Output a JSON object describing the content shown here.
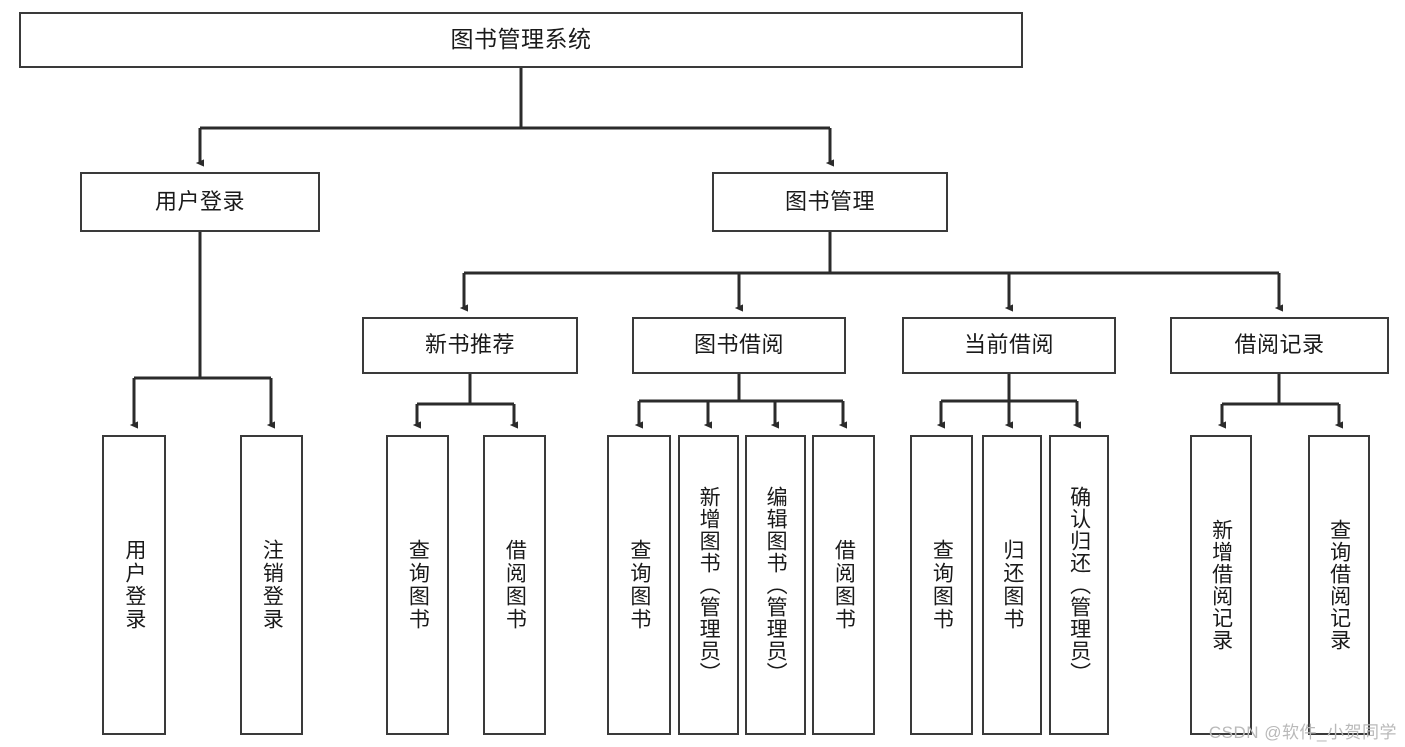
{
  "diagram": {
    "type": "tree-hierarchy",
    "title": "图书管理系统",
    "watermark": "CSDN @软件_小贺同学",
    "colors": {
      "background": "#ffffff",
      "border": "#3a3a3a",
      "connector": "#2b2b2b",
      "text": "#1a1a1a",
      "watermark": "#b9b9b9"
    },
    "nodes": {
      "root": {
        "label": "图书管理系统"
      },
      "level2": [
        {
          "id": "user-login",
          "label": "用户登录"
        },
        {
          "id": "book-manage",
          "label": "图书管理"
        }
      ],
      "level3": [
        {
          "id": "new-book-recommend",
          "label": "新书推荐"
        },
        {
          "id": "book-borrow",
          "label": "图书借阅"
        },
        {
          "id": "current-borrow",
          "label": "当前借阅"
        },
        {
          "id": "borrow-record",
          "label": "借阅记录"
        }
      ],
      "leaves": {
        "user_login": [
          {
            "id": "leaf-user-login",
            "label": "用户登录"
          },
          {
            "id": "leaf-logout",
            "label": "注销登录"
          }
        ],
        "new_book_recommend": [
          {
            "id": "leaf-query-book-1",
            "label": "查询图书"
          },
          {
            "id": "leaf-borrow-book-1",
            "label": "借阅图书"
          }
        ],
        "book_borrow": [
          {
            "id": "leaf-query-book-2",
            "label": "查询图书"
          },
          {
            "id": "leaf-add-book",
            "label": "新增图书（管理员）"
          },
          {
            "id": "leaf-edit-book",
            "label": "编辑图书（管理员）"
          },
          {
            "id": "leaf-borrow-book-2",
            "label": "借阅图书"
          }
        ],
        "current_borrow": [
          {
            "id": "leaf-query-book-3",
            "label": "查询图书"
          },
          {
            "id": "leaf-return-book",
            "label": "归还图书"
          },
          {
            "id": "leaf-confirm-return",
            "label": "确认归还（管理员）"
          }
        ],
        "borrow_record": [
          {
            "id": "leaf-add-record",
            "label": "新增借阅记录"
          },
          {
            "id": "leaf-query-record",
            "label": "查询借阅记录"
          }
        ]
      }
    }
  }
}
